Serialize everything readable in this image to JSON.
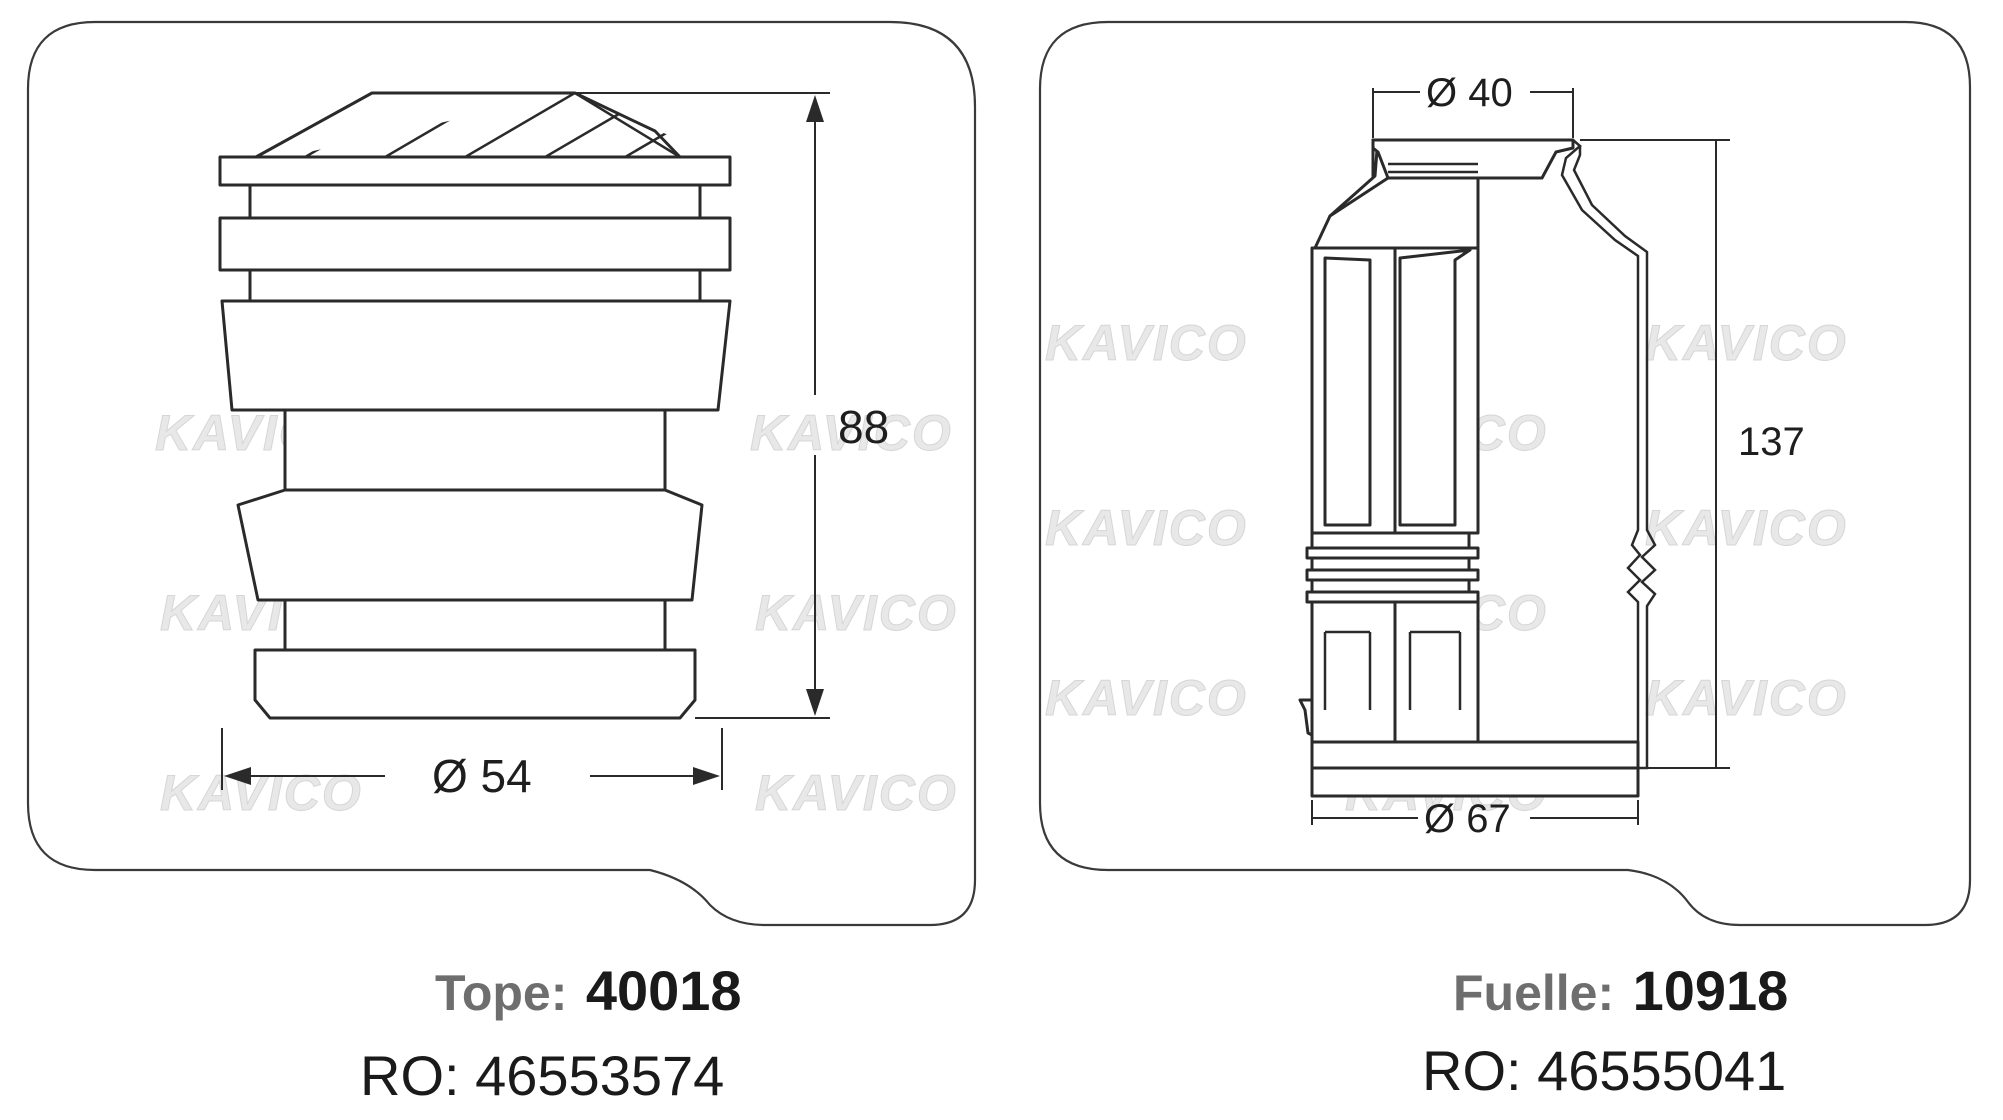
{
  "watermark": "KAVICO",
  "parts": [
    {
      "kind_label": "Tope:",
      "code": "40018",
      "ro": "RO: 46553574",
      "height_dim": "88",
      "diameter_dim": "Ø 54"
    },
    {
      "kind_label": "Fuelle:",
      "code": "10918",
      "ro": "RO: 46555041",
      "height_dim": "137",
      "top_diameter_dim": "Ø 40",
      "bottom_diameter_dim": "Ø 67"
    }
  ]
}
